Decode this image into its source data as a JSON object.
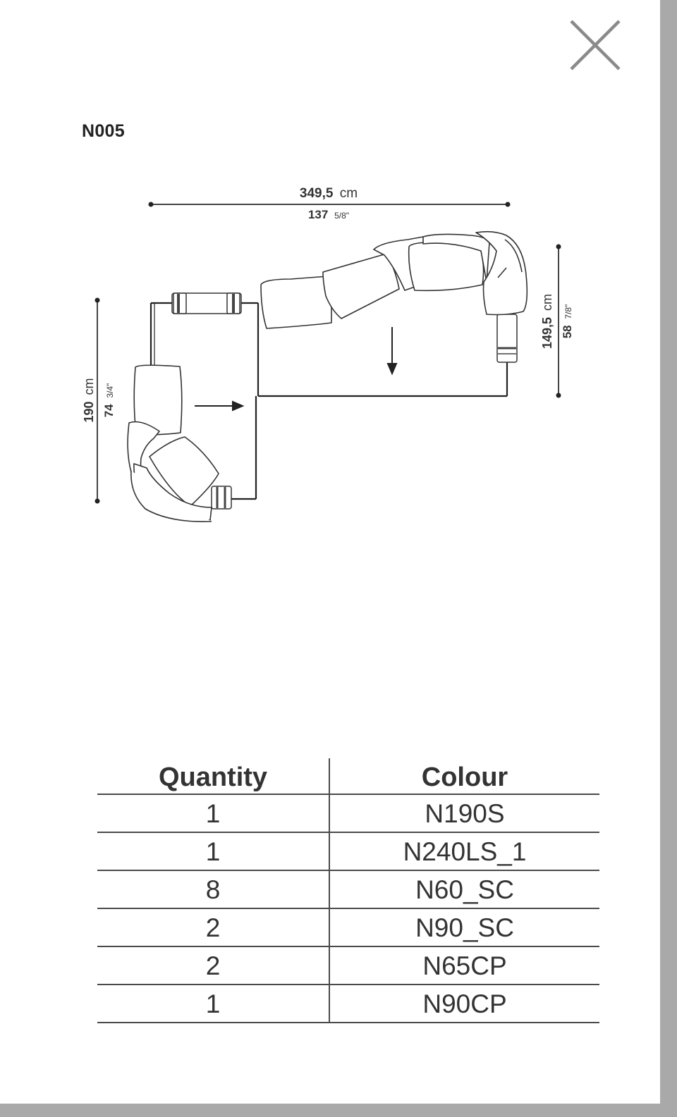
{
  "product": {
    "code": "N005"
  },
  "close": {
    "icon": "close-icon"
  },
  "dimensions": {
    "width_cm": "349,5",
    "width_cm_unit": "cm",
    "width_in_whole": "137",
    "width_in_frac": "5/8\"",
    "depth_right_cm": "149,5",
    "depth_right_cm_unit": "cm",
    "depth_right_in_whole": "58",
    "depth_right_in_frac": "7/8\"",
    "depth_left_cm": "190",
    "depth_left_cm_unit": "cm",
    "depth_left_in_whole": "74",
    "depth_left_in_frac": "3/4\""
  },
  "table": {
    "headers": {
      "quantity": "Quantity",
      "colour": "Colour"
    },
    "rows": [
      {
        "quantity": "1",
        "colour": "N190S"
      },
      {
        "quantity": "1",
        "colour": "N240LS_1"
      },
      {
        "quantity": "8",
        "colour": "N60_SC"
      },
      {
        "quantity": "2",
        "colour": "N90_SC"
      },
      {
        "quantity": "2",
        "colour": "N65CP"
      },
      {
        "quantity": "1",
        "colour": "N90CP"
      }
    ]
  }
}
